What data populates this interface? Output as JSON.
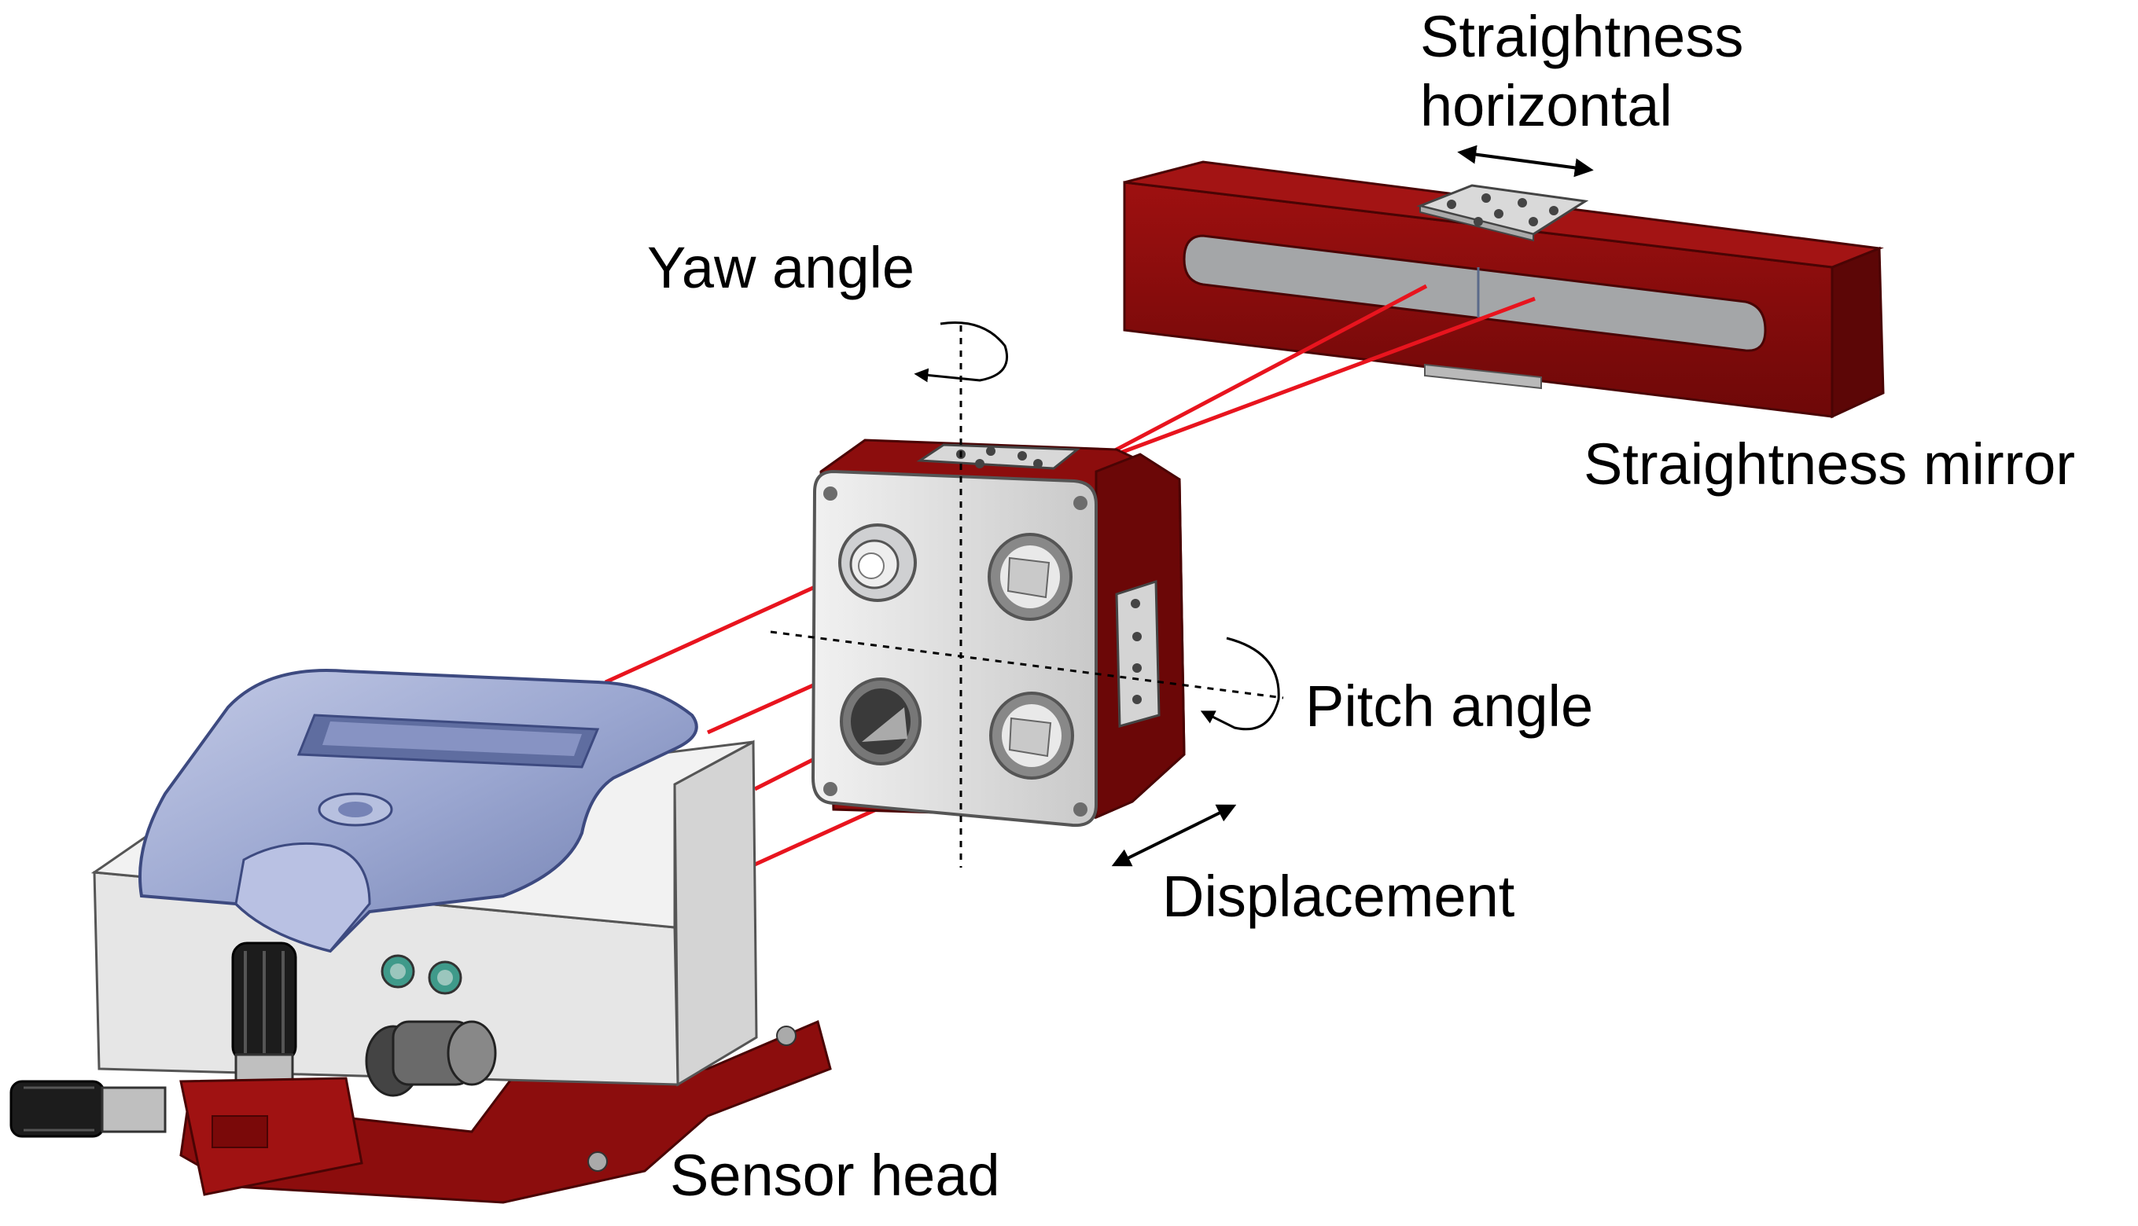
{
  "labels": {
    "straightness_horizontal_line1": "Straightness",
    "straightness_horizontal_line2": "horizontal",
    "yaw_angle": "Yaw angle",
    "straightness_mirror": "Straightness mirror",
    "pitch_angle": "Pitch angle",
    "displacement": "Displacement",
    "sensor_head": "Sensor head"
  },
  "colors": {
    "housing_red": "#8c0d0d",
    "housing_red_dark": "#5e0606",
    "housing_red_light": "#b01818",
    "laser_beam": "#e8141e",
    "panel_gray": "#d6d8da",
    "panel_edge": "#7a7c80",
    "cover_blue": "#9ba7d0",
    "cover_blue_dark": "#6f7dae",
    "axis_line": "#000000"
  },
  "icons": {
    "yaw_rotation": "curved-rotation-arrow-icon",
    "pitch_rotation": "curved-rotation-arrow-icon",
    "displacement": "double-headed-arrow-icon",
    "straightness_horizontal": "double-headed-arrow-icon"
  }
}
